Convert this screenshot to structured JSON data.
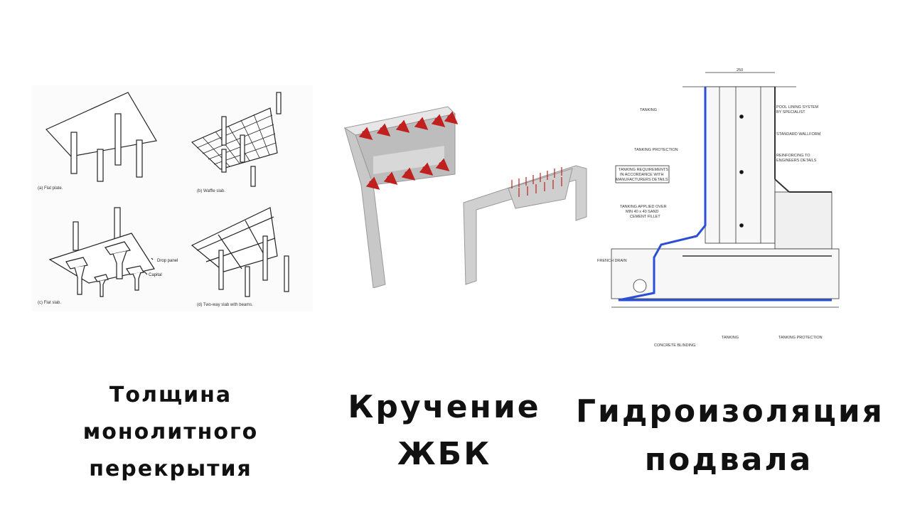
{
  "slabs": {
    "captions": [
      "(a) Flat plate.",
      "(b) Waffle slab.",
      "(c) Flat slab.",
      "(d) Two-way slab with beams."
    ],
    "labels": {
      "drop_panel": "Drop panel",
      "capital": "Capital"
    }
  },
  "waterproofing": {
    "dimension": "250",
    "labels": {
      "tanking": "TANKING",
      "tanking_protection": "TANKING PROTECTION",
      "requirements": [
        "TANKING REQUIREMENTS",
        "IN ACCORDANCE WITH",
        "MANUFACTURERS DETAILS"
      ],
      "fillet": [
        "TANKING APPLIED OVER",
        "MIN 40 x 40 SAND",
        "CEMENT FILLET"
      ],
      "french_drain": "FRENCH DRAIN",
      "pool_lining": [
        "POOL LINING SYSTEM",
        "BY SPECIALIST"
      ],
      "wallform": "STANDARD WALLFORM",
      "reinforcing": [
        "REINFORCING TO",
        "ENGINEERS DETAILS"
      ],
      "concrete_blinding": "CONCRETE BLINDING",
      "tanking_bottom": "TANKING",
      "tanking_protection_bottom": "TANKING PROTECTION"
    },
    "colors": {
      "membrane": "#2a4fd6"
    }
  },
  "titles": {
    "slab_thickness": [
      "Толщина",
      "монолитного",
      "перекрытия"
    ],
    "torsion": [
      "Кручение",
      "ЖБК"
    ],
    "basement": [
      "Гидроизоляция",
      "подвала"
    ]
  },
  "colors": {
    "arrows": "#c0201e",
    "concrete": "#d4d4d4"
  }
}
